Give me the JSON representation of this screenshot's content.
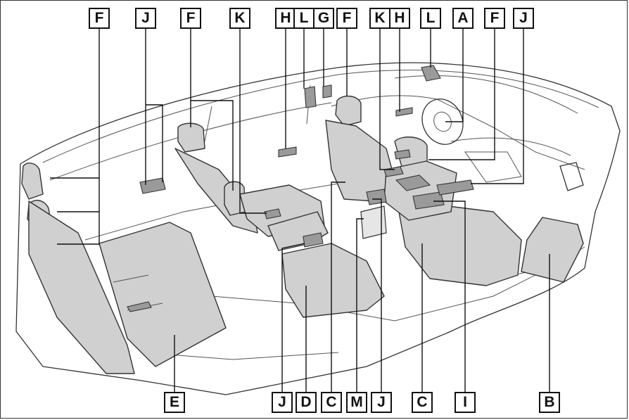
{
  "colors": {
    "seat_fill": "#d0d0d0",
    "highlight_fill": "#9a9a9a",
    "outline": "#333333",
    "label_border": "#111111"
  },
  "labels_top": [
    "F",
    "J",
    "F",
    "K",
    "H",
    "L",
    "G",
    "F",
    "K",
    "H",
    "L",
    "A",
    "F",
    "J"
  ],
  "labels_bottom": [
    "E",
    "J",
    "D",
    "C",
    "M",
    "J",
    "C",
    "I",
    "B"
  ]
}
